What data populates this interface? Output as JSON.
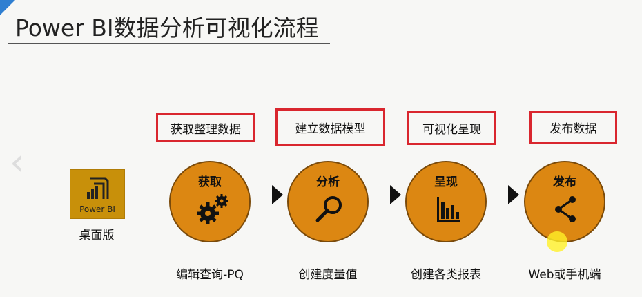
{
  "title": "Power  BI数据分析可视化流程",
  "logo": {
    "text": "Power BI",
    "caption": "桌面版"
  },
  "steps": [
    {
      "box": "获取整理数据",
      "circle": "获取",
      "icon": "gears-icon",
      "caption": "编辑查询-PQ"
    },
    {
      "box": "建立数据模型",
      "circle": "分析",
      "icon": "magnifier-icon",
      "caption": "创建度量值"
    },
    {
      "box": "可视化呈现",
      "circle": "呈现",
      "icon": "bar-chart-icon",
      "caption": "创建各类报表"
    },
    {
      "box": "发布数据",
      "circle": "发布",
      "icon": "share-icon",
      "caption": "Web或手机端"
    }
  ],
  "colors": {
    "circle": "#dc8712",
    "box_border": "#d9262e"
  }
}
